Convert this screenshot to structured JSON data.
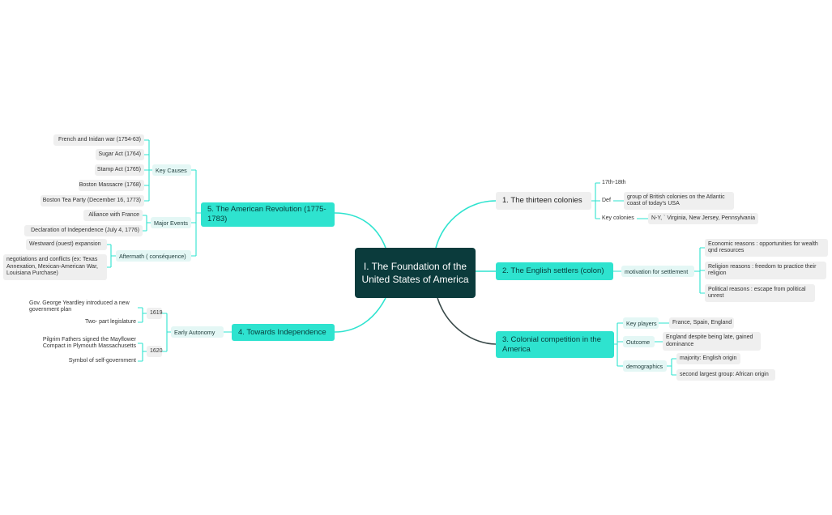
{
  "root": {
    "title": "I. The Foundation of the United States of America"
  },
  "colors": {
    "root": "#0b3b3c",
    "main_topic": "#2ee3cf",
    "sub_topic": "#e4f7f5",
    "leaf": "#efefef",
    "line": "#2ee3cf"
  },
  "branches": {
    "b1": {
      "title": "1. The thirteen colonies",
      "period": "17th-18th",
      "def_label": "Def",
      "def_text": "group of British colonies on the Atlantic coast of today's USA",
      "key_colonies_label": "Key colonies",
      "key_colonies_value": "N-Y, ` Virginia, New Jersey, Pennsylvania"
    },
    "b2": {
      "title": "2. The English settlers (colon)",
      "motivation_label": "motivation for settlement",
      "reasons": [
        "Economic reasons : opportunities for wealth qnd resources",
        "Religion reasons : freedom to practice their religion",
        "Political reasons : escape from political unrest"
      ]
    },
    "b3": {
      "title": "3. Colonial competition in the America",
      "key_players_label": "Key players",
      "key_players_value": "France, Spain, England",
      "outcome_label": "Outcome",
      "outcome_value": "England despite being late, gained dominance",
      "demographics_label": "demographics",
      "demographics": [
        "majority: English origin",
        "second largest group: African origin"
      ]
    },
    "b4": {
      "title": "4. Towards Independence",
      "early_autonomy": "Early Autonomy",
      "y1619": "1619",
      "y1619_items": [
        "Gov. George Yeardley introduced a new government plan",
        "Two- part legislature"
      ],
      "y1620": "1620",
      "y1620_items": [
        "Pilgrim Fathers signed the Mayflower Compact in Plymouth Massachusetts",
        "Symbol of self-government"
      ]
    },
    "b5": {
      "title": "5. The American Revolution (1775-1783)",
      "key_causes": "Key Causes",
      "causes": [
        "French and Inidan war (1754-63)",
        "Sugar Act (1764)",
        "Stamp Act (1765)",
        "Boston Massacre (1768)",
        "Boston Tea Party (December 16, 1773)"
      ],
      "major_events": "Major Events",
      "events": [
        "Alliance with France",
        "Declaration of Independence (July 4, 1776)"
      ],
      "aftermath": "Aftermath ( conséquence)",
      "aftermath_items": [
        "Westward (ouest) expansion",
        "negotiations and conflicts (ex: Texas Annexation, Mexican-American War, Louisiana Purchase)"
      ]
    }
  }
}
